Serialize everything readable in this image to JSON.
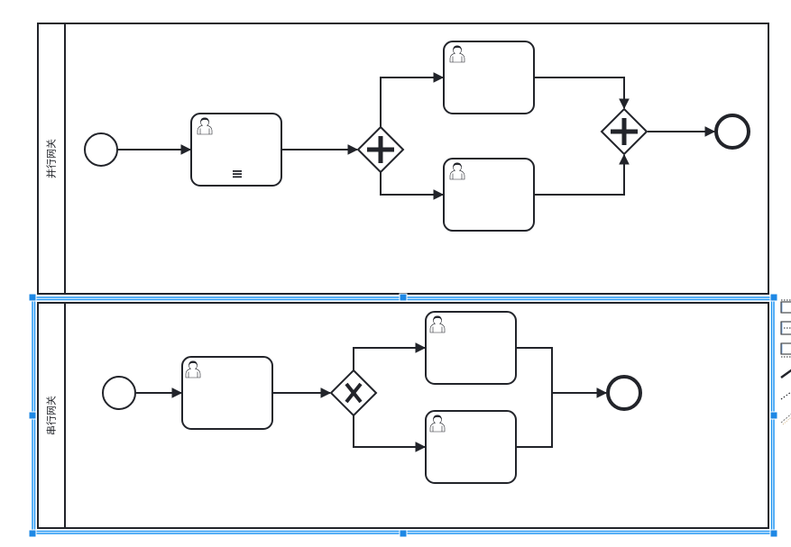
{
  "diagram": {
    "type": "bpmn",
    "pools": [
      {
        "id": "pool-parallel",
        "label": "并行网关",
        "selected": false,
        "elements": {
          "start_event": {
            "type": "startEvent",
            "label": ""
          },
          "task_1": {
            "type": "userTask",
            "label": "",
            "marker": "sequential-multi-instance"
          },
          "gateway_split": {
            "type": "parallelGateway",
            "symbol": "+"
          },
          "task_2": {
            "type": "userTask",
            "label": ""
          },
          "task_3": {
            "type": "userTask",
            "label": ""
          },
          "gateway_join": {
            "type": "parallelGateway",
            "symbol": "+"
          },
          "end_event": {
            "type": "endEvent",
            "label": ""
          }
        },
        "flows": [
          {
            "from": "start_event",
            "to": "task_1"
          },
          {
            "from": "task_1",
            "to": "gateway_split"
          },
          {
            "from": "gateway_split",
            "to": "task_2"
          },
          {
            "from": "gateway_split",
            "to": "task_3"
          },
          {
            "from": "task_2",
            "to": "gateway_join"
          },
          {
            "from": "task_3",
            "to": "gateway_join"
          },
          {
            "from": "gateway_join",
            "to": "end_event"
          }
        ]
      },
      {
        "id": "pool-serial",
        "label": "串行网关",
        "selected": true,
        "elements": {
          "start_event": {
            "type": "startEvent",
            "label": ""
          },
          "task_1": {
            "type": "userTask",
            "label": ""
          },
          "gateway_split": {
            "type": "exclusiveGateway",
            "symbol": "X"
          },
          "task_2": {
            "type": "userTask",
            "label": ""
          },
          "task_3": {
            "type": "userTask",
            "label": ""
          },
          "end_event": {
            "type": "endEvent",
            "label": ""
          }
        },
        "flows": [
          {
            "from": "start_event",
            "to": "task_1"
          },
          {
            "from": "task_1",
            "to": "gateway_split"
          },
          {
            "from": "gateway_split",
            "to": "task_2"
          },
          {
            "from": "gateway_split",
            "to": "task_3"
          },
          {
            "from": "task_2",
            "to": "end_event"
          },
          {
            "from": "task_3",
            "to": "end_event"
          }
        ]
      }
    ],
    "context_pad": {
      "items": [
        {
          "name": "add-lane-above-icon",
          "tooltip": ""
        },
        {
          "name": "divide-two-lanes-icon",
          "tooltip": ""
        },
        {
          "name": "add-lane-below-icon",
          "tooltip": ""
        },
        {
          "name": "connect-icon",
          "tooltip": ""
        },
        {
          "name": "text-annotation-association-icon",
          "tooltip": ""
        },
        {
          "name": "message-flow-icon",
          "tooltip": ""
        }
      ]
    },
    "colors": {
      "stroke": "#22242a",
      "fill": "#ffffff",
      "selection": "#2196f3",
      "handle": "#1e88e5"
    }
  }
}
